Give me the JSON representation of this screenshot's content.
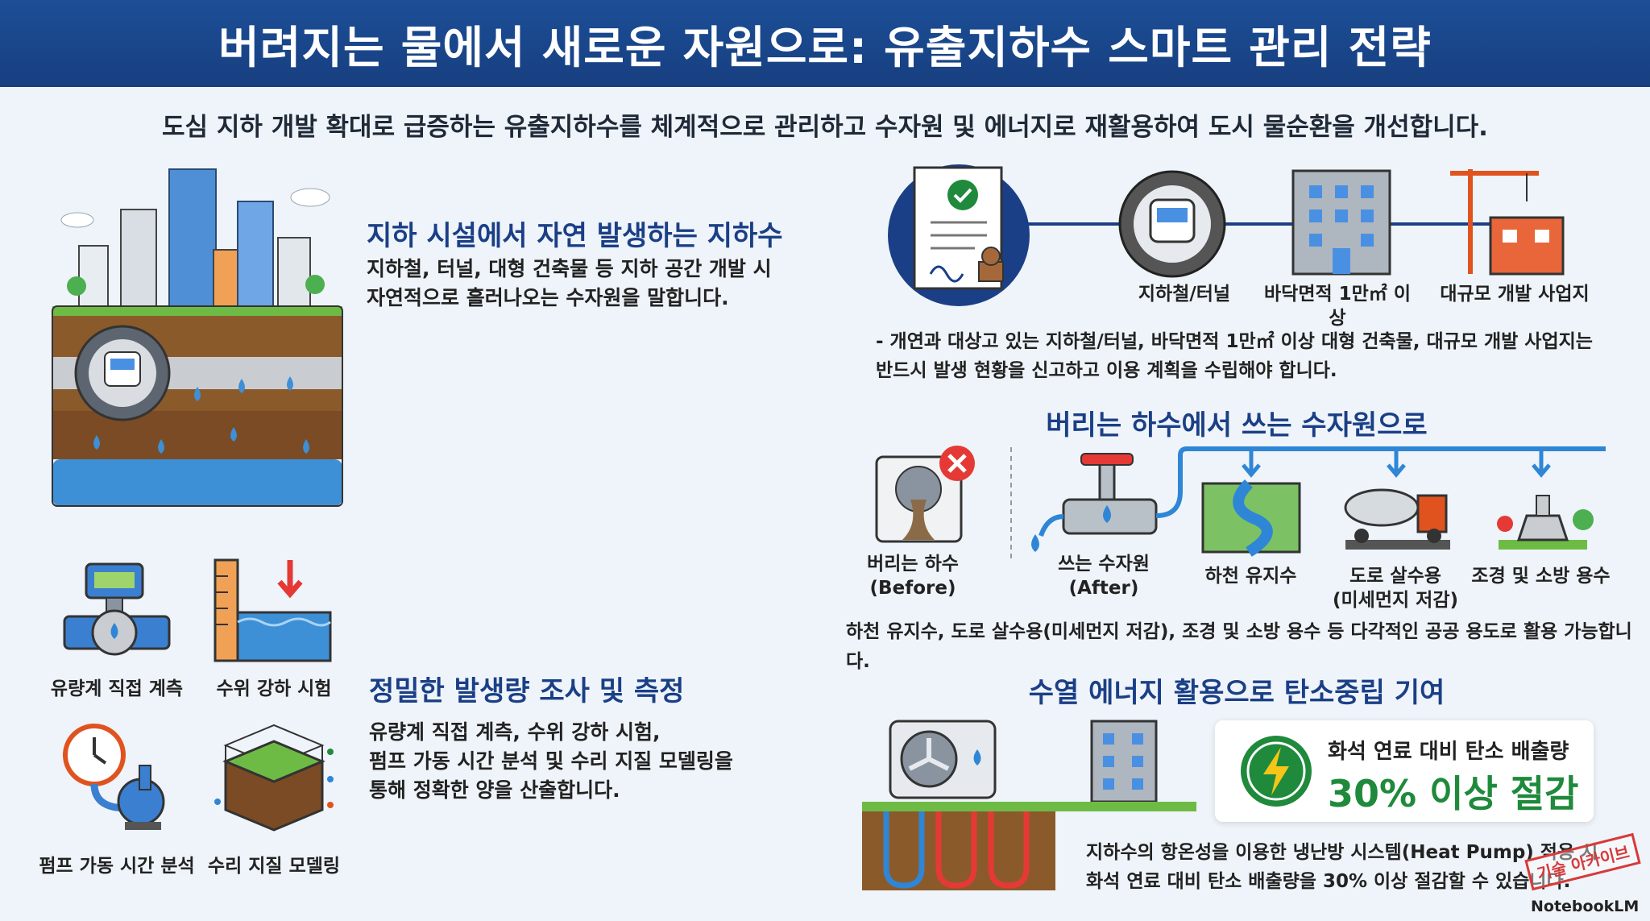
{
  "title": "버려지는 물에서 새로운 자원으로: 유출지하수 스마트 관리 전략",
  "subtitle": "도심 지하 개발 확대로 급증하는 유출지하수를 체계적으로 관리하고 수자원 및 에너지로 재활용하여 도시 물순환을 개선합니다.",
  "section_origin": {
    "heading": "지하 시설에서 자연 발생하는 지하수",
    "line1": "지하철, 터널, 대형 건축물 등 지하 공간 개발 시",
    "line2": "자연적으로 흘러나오는 수자원을 말합니다."
  },
  "section_report": {
    "labels": [
      "지하철/터널",
      "바닥면적 1만㎡ 이상",
      "대규모 개발 사업지"
    ],
    "note_line1": "- 개연과 대상고 있는 지하철/터널, 바닥면적 1만㎡ 이상 대형 건축물, 대규모 개발 사업지는",
    "note_line2": "반드시 발생 현황을 신고하고 이용 계획을 수립해야 합니다."
  },
  "section_reuse": {
    "heading": "버리는 하수에서 쓰는 수자원으로",
    "before_line1": "버리는 하수",
    "before_line2": "(Before)",
    "after_line1": "쓰는 수자원",
    "after_line2": "(After)",
    "uses": [
      "하천 유지수",
      "도로 살수용",
      "(미세먼지 저감)",
      "조경 및 소방 용수"
    ],
    "note": "하천 유지수, 도로 살수용(미세먼지 저감), 조경 및 소방 용수 등 다각적인 공공 용도로 활용 가능합니다."
  },
  "section_measure": {
    "heading": "정밀한 발생량 조사 및 측정",
    "line1": "유량계 직접 계측, 수위 강하 시험,",
    "line2": "펌프 가동 시간 분석 및 수리 지질 모델링을",
    "line3": "통해 정확한 양을 산출합니다.",
    "methods": [
      "유량계 직접 계측",
      "수위 강하 시험",
      "펌프 가동 시간 분석",
      "수리 지질 모델링"
    ]
  },
  "section_energy": {
    "heading": "수열 에너지 활용으로 탄소중립 기여",
    "callout_label": "화석 연료 대비 탄소 배출량",
    "callout_value": "30% 이상 절감",
    "line1": "지하수의 항온성을 이용한 냉난방 시스템(Heat Pump) 적용 시",
    "line2": "화석 연료 대비 탄소 배출량을 30% 이상 절감할 수 있습니다."
  },
  "footer": {
    "stamp": "기술 아카이브",
    "brand": "NotebookLM"
  },
  "colors": {
    "navy": "#1b3f86",
    "blue": "#2f86d6",
    "green": "#1f8a3b",
    "red": "#e53935"
  }
}
